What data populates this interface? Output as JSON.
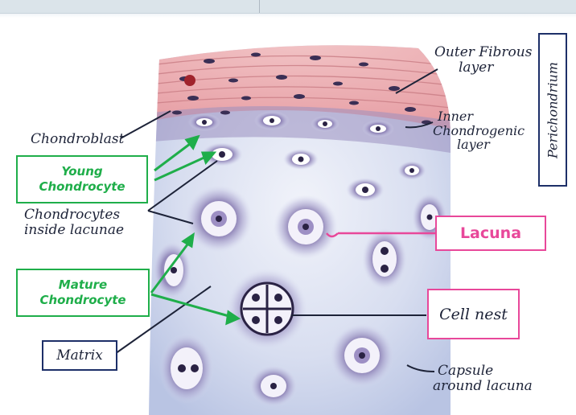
{
  "labels": {
    "outer_fibrous_layer": [
      "Outer Fibrous",
      "layer"
    ],
    "inner_chondrogenic_layer": [
      "Inner",
      "Chondrogenic",
      "layer"
    ],
    "perichondrium": "Perichondrium",
    "chondroblast": "Chondroblast",
    "young_chondrocyte": [
      "Young",
      "Chondrocyte"
    ],
    "chondrocytes_inside_lacunae": [
      "Chondrocytes",
      "inside lacunae"
    ],
    "lacuna": "Lacuna",
    "mature_chondrocyte": [
      "Mature",
      "Chondrocyte"
    ],
    "cell_nest": "Cell nest",
    "matrix": "Matrix",
    "capsule_around_lacuna": [
      "Capsule",
      "around lacuna"
    ]
  },
  "colors": {
    "green_label": "#1fae4a",
    "pink_label": "#e8489a",
    "navy_label": "#1d2f68",
    "ink": "#1d2338",
    "perichondrium_pink": "#e9a3a8",
    "matrix_blue": "#b9c4e3",
    "cell_purple": "#5b4a86"
  }
}
